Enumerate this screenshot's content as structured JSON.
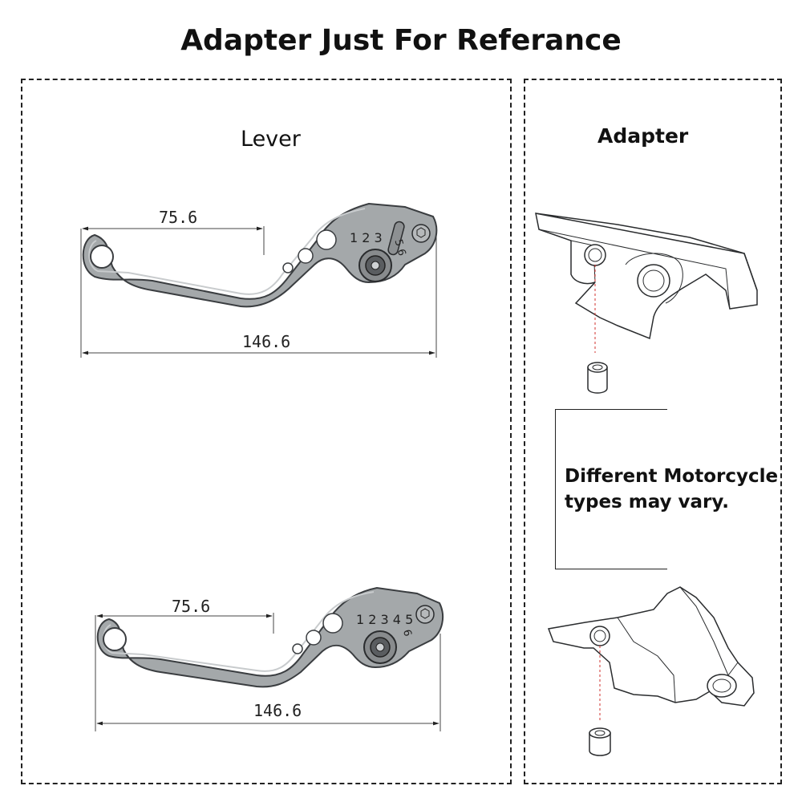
{
  "title": "Adapter Just For Referance",
  "left_panel": {
    "heading": "Lever",
    "levers": [
      {
        "short_dim": "75.6",
        "long_dim": "146.6",
        "adjuster_digits": "1 2 3",
        "adjuster_extra": "5 6"
      },
      {
        "short_dim": "75.6",
        "long_dim": "146.6",
        "adjuster_digits": "1 2 3 4 5",
        "adjuster_extra": "6"
      }
    ]
  },
  "right_panel": {
    "heading": "Adapter",
    "note": "Different Motorcycle types may vary."
  },
  "colors": {
    "lever_fill": "#a4a8aa",
    "lever_stroke": "#3a3d40",
    "dashed_border": "#222222",
    "guide_line": "#d0302c"
  }
}
